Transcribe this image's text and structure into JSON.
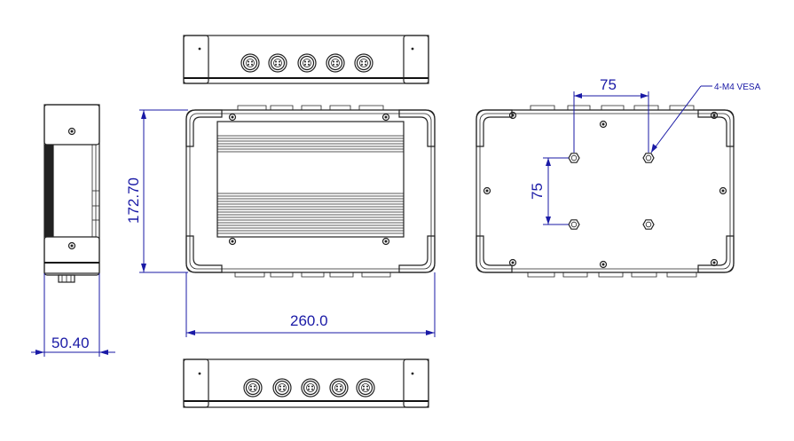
{
  "dimensions": {
    "width_label": "260.0",
    "height_label": "172.70",
    "depth_label": "50.40",
    "vesa_horizontal_label": "75",
    "vesa_vertical_label": "75"
  },
  "callouts": {
    "vesa_note": "4-M4 VESA"
  },
  "colors": {
    "dimension": "#1a1aa6",
    "outline": "#222222"
  }
}
